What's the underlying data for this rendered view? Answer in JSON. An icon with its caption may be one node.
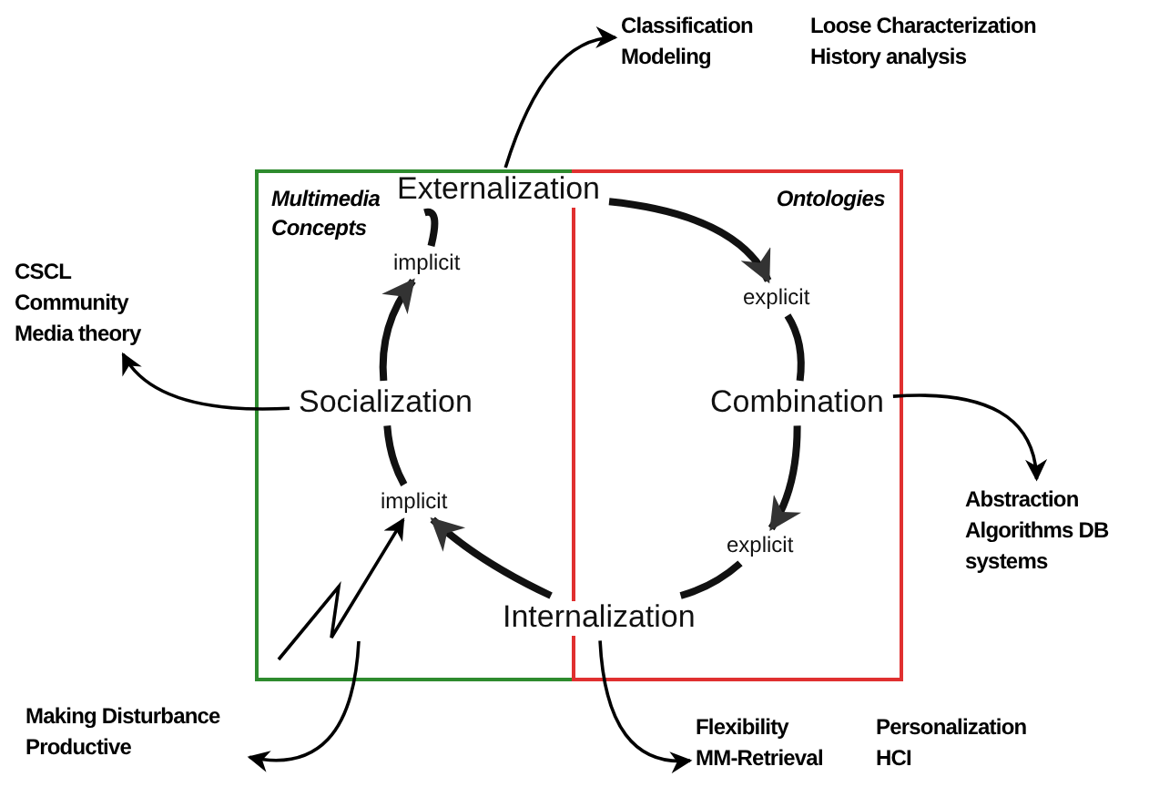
{
  "diagram": {
    "nodes": [
      {
        "text": [
          "Multimedia Concepts"
        ]
      },
      {
        "text": [
          "Ontologies"
        ]
      },
      {
        "text": [
          "Externalization"
        ]
      },
      {
        "text": [
          "Combination"
        ],
        "in": 1
      },
      {
        "text": [
          "Internalization"
        ]
      },
      {
        "text": [
          "Socialization"
        ],
        "in": 0
      },
      {
        "text": [
          "implicit"
        ],
        "in": 0
      },
      {
        "text": [
          "explicit"
        ],
        "in": 1
      },
      {
        "text": [
          "explicit"
        ],
        "in": 1
      },
      {
        "text": [
          "implicit"
        ],
        "in": 0
      },
      {
        "text": [
          "Classification Modeling",
          "Loose Characterization History analysis"
        ]
      },
      {
        "text": [
          "CSCL Community Media theory"
        ]
      },
      {
        "text": [
          "Abstraction Algorithms DB systems"
        ]
      },
      {
        "text": [
          "Flexibility MM-Retrieval",
          "Personalization HCI"
        ]
      },
      {
        "text": [
          "Making Disturbance Productive"
        ]
      }
    ],
    "edges": [
      {
        "from": 2,
        "to": 7,
        "arrow": "to"
      },
      {
        "from": 7,
        "to": 3,
        "arrow": "none"
      },
      {
        "from": 3,
        "to": 8,
        "arrow": "to"
      },
      {
        "from": 8,
        "to": 4,
        "arrow": "none"
      },
      {
        "from": 4,
        "to": 9,
        "arrow": "to"
      },
      {
        "from": 9,
        "to": 5,
        "arrow": "none"
      },
      {
        "from": 5,
        "to": 6,
        "arrow": "to"
      },
      {
        "from": 6,
        "to": 2,
        "arrow": "none"
      },
      {
        "from": 2,
        "to": 10,
        "arrow": "to"
      },
      {
        "from": 5,
        "to": 11,
        "arrow": "to"
      },
      {
        "from": 3,
        "to": 12,
        "arrow": "to"
      },
      {
        "from": 4,
        "to": 13,
        "arrow": "to"
      },
      {
        "from": null,
        "to": 14,
        "arrow": "to"
      },
      {
        "from": null,
        "to": 9,
        "arrow": "to"
      }
    ]
  }
}
